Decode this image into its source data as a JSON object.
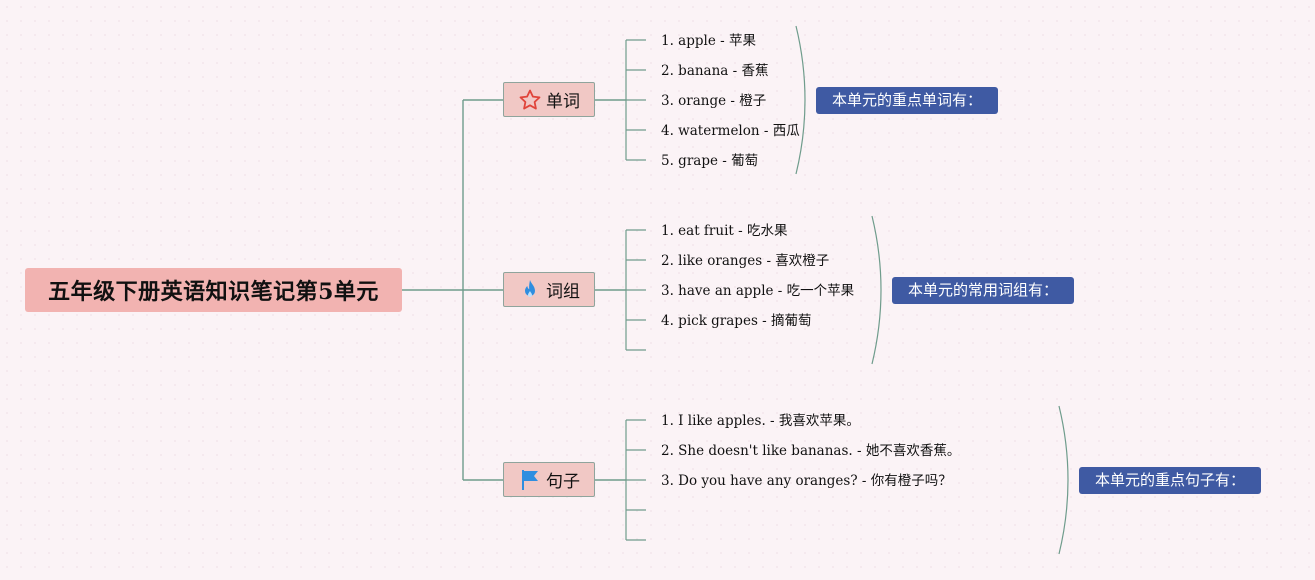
{
  "root": {
    "title": "五年级下册英语知识笔记第5单元"
  },
  "branches": [
    {
      "label": "单词",
      "icon": "star-icon",
      "note": "本单元的重点单词有：",
      "items": [
        "1. apple - 苹果",
        "2. banana - 香蕉",
        "3. orange - 橙子",
        "4. watermelon - 西瓜",
        "5. grape - 葡萄"
      ]
    },
    {
      "label": "词组",
      "icon": "flame-icon",
      "note": "本单元的常用词组有：",
      "items": [
        "1. eat fruit - 吃水果",
        "2. like oranges - 喜欢橙子",
        "3. have an apple - 吃一个苹果",
        "4. pick grapes - 摘葡萄",
        ""
      ]
    },
    {
      "label": "句子",
      "icon": "flag-icon",
      "note": "本单元的重点句子有：",
      "items": [
        "1. I like apples. - 我喜欢苹果。",
        "2. She doesn't like bananas. - 她不喜欢香蕉。",
        "3. Do you have any oranges? - 你有橙子吗？",
        "",
        ""
      ]
    }
  ],
  "colors": {
    "connector": "#6f9c8c",
    "root_fill": "#f2b3b1",
    "branch_fill": "#f1c8c5",
    "note_fill": "#3f5aa3",
    "star_stroke": "#e0443a",
    "flame": "#2f8ee0",
    "flag": "#2f8ee0"
  }
}
